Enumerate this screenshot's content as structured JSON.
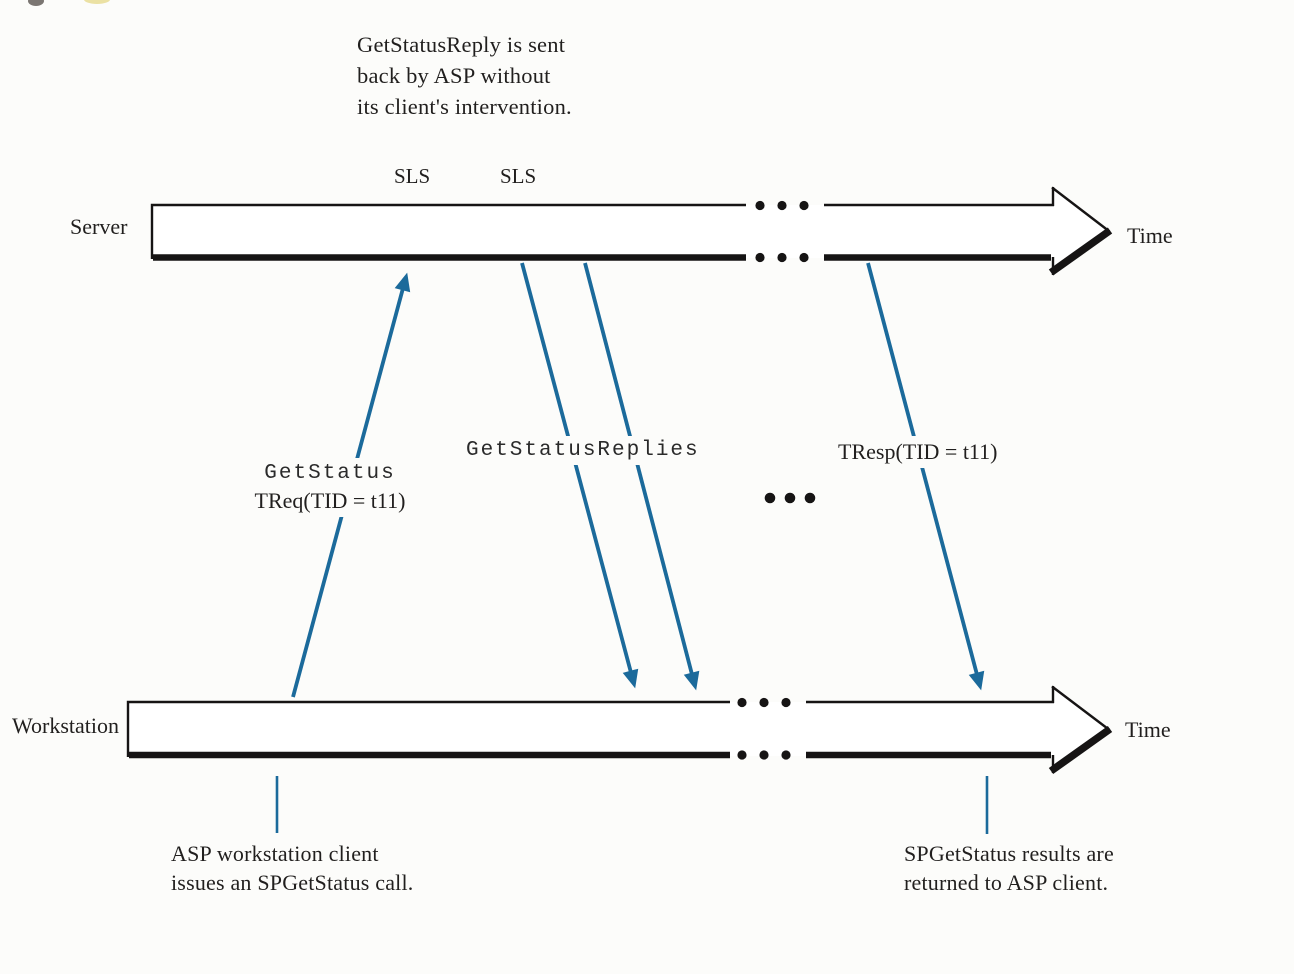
{
  "colors": {
    "background": "#fcfcfa",
    "ink": "#211f1e",
    "timeline_black": "#161414",
    "arrow_blue": "#1b6a9b"
  },
  "annotations": {
    "reply_note": {
      "lines": [
        "GetStatusReply is sent",
        "back by ASP without",
        "its client's intervention."
      ]
    },
    "workstation_call": {
      "lines": [
        "ASP workstation client",
        "issues an SPGetStatus call."
      ]
    },
    "workstation_result": {
      "lines": [
        "SPGetStatus results are",
        "returned to ASP client."
      ]
    }
  },
  "timelines": {
    "server": {
      "label": "Server",
      "axis_label": "Time",
      "sls_markers": [
        "SLS",
        "SLS"
      ]
    },
    "workstation": {
      "label": "Workstation",
      "axis_label": "Time"
    }
  },
  "messages": {
    "get_status": {
      "name": "GetStatus",
      "transaction": "TReq(TID = t11)"
    },
    "replies": {
      "name": "GetStatusReplies"
    },
    "response": {
      "transaction": "TResp(TID = t11)"
    }
  }
}
